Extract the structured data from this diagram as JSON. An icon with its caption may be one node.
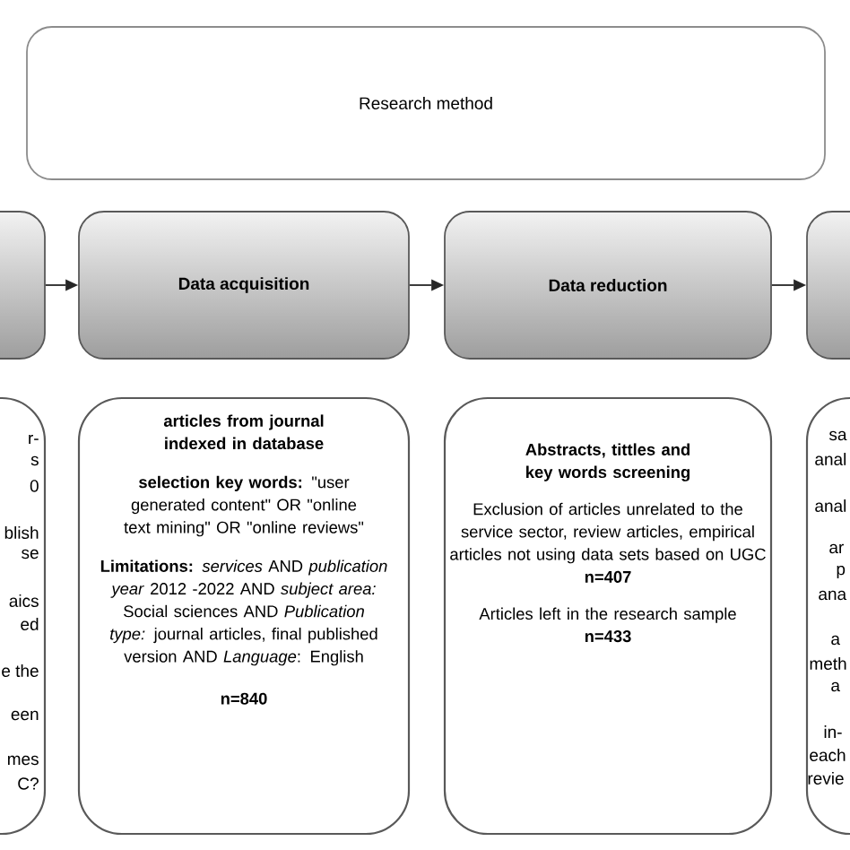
{
  "diagram": {
    "nodes": [
      {
        "text": [
          "Research method"
        ]
      },
      {
        "text": [],
        "shape": "box"
      },
      {
        "text": [
          "Data acquisition"
        ]
      },
      {
        "text": [
          "Data reduction"
        ]
      },
      {
        "text": [],
        "shape": "box"
      },
      {
        "text": [
          "r-",
          "s",
          "0",
          "blish",
          "se",
          "aics",
          "ed",
          "e the",
          "een",
          "mes",
          "C?"
        ]
      },
      {
        "text": [
          "articles from journal indexed in database",
          "**selection key words:** \"user generated content\" OR \"online text mining\" OR \"online reviews\"",
          "**Limitations:** *services* AND *publication year* 2012 -2022 AND *subject area:* Social sciences AND *Publication type:* journal articles, final published version AND *Language*: English",
          "n=840"
        ]
      },
      {
        "text": [
          "Abstracts, tittles and key words screening",
          "Exclusion of articles unrelated to the service sector, review articles, empirical articles not using data sets based on UGC",
          "n=407",
          "Articles left in the research sample",
          "n=433"
        ]
      },
      {
        "text": [
          "sa",
          "anal",
          "anal",
          "ar",
          "p",
          "ana",
          "a",
          "meth",
          "a",
          "in-",
          "each",
          "revie"
        ]
      }
    ],
    "edges": [
      {
        "from": 1,
        "to": 2,
        "arrow": "to"
      },
      {
        "from": 2,
        "to": 3,
        "arrow": "to"
      },
      {
        "from": 3,
        "to": 4,
        "arrow": "to"
      }
    ]
  }
}
